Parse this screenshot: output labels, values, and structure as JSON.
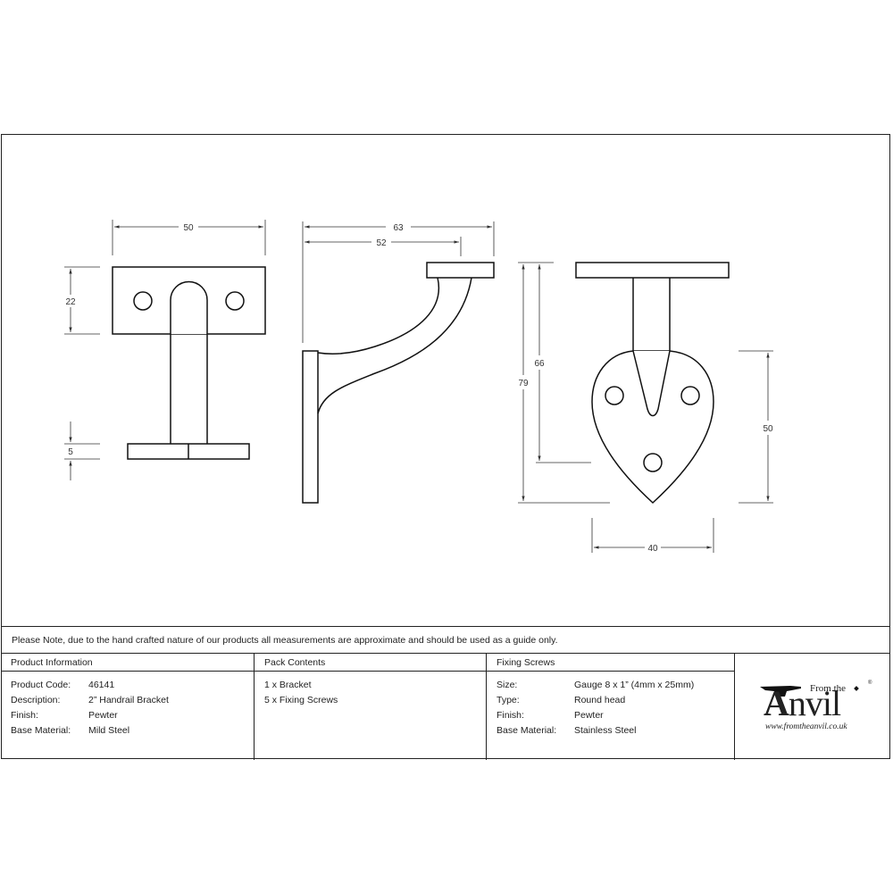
{
  "drawing": {
    "front_view": {
      "dimensions": {
        "width": "50",
        "plate_height": "22",
        "base_thickness": "5"
      }
    },
    "side_view": {
      "dimensions": {
        "overall_projection": "63",
        "centre_projection": "52"
      }
    },
    "end_view": {
      "dimensions": {
        "overall_height": "79",
        "centre_height": "66",
        "plate_height": "50",
        "plate_width": "40"
      }
    }
  },
  "note": "Please Note, due to the hand crafted nature of our products all measurements are approximate and should be used as a guide only.",
  "product_information": {
    "title": "Product Information",
    "rows": [
      {
        "label": "Product Code:",
        "value": "46141"
      },
      {
        "label": "Description:",
        "value": "2” Handrail Bracket"
      },
      {
        "label": "Finish:",
        "value": "Pewter"
      },
      {
        "label": "Base Material:",
        "value": "Mild Steel"
      }
    ]
  },
  "pack_contents": {
    "title": "Pack Contents",
    "items": [
      "1 x Bracket",
      "5 x Fixing Screws"
    ]
  },
  "fixing_screws": {
    "title": "Fixing Screws",
    "rows": [
      {
        "label": "Size:",
        "value": "Gauge 8 x 1” (4mm x 25mm)"
      },
      {
        "label": "Type:",
        "value": "Round head"
      },
      {
        "label": "Finish:",
        "value": "Pewter"
      },
      {
        "label": "Base Material:",
        "value": "Stainless Steel"
      }
    ]
  },
  "logo": {
    "from_the": "From the",
    "initial": "A",
    "rest": "nvil",
    "registered": "®",
    "url": "www.fromtheanvil.co.uk"
  }
}
